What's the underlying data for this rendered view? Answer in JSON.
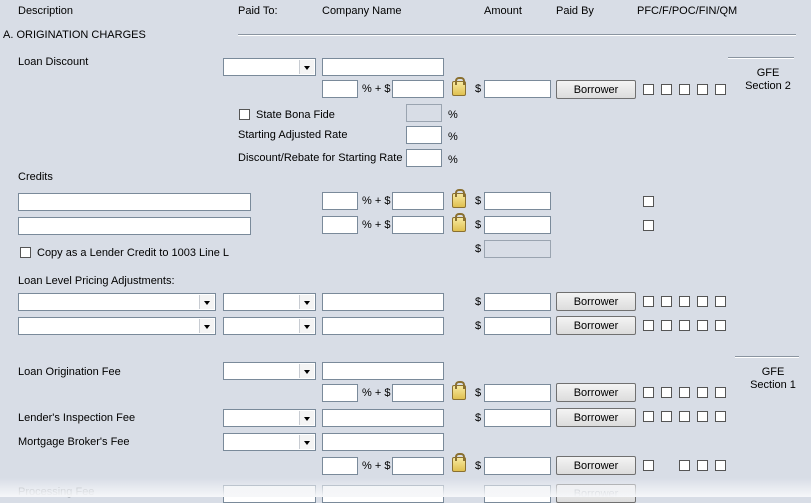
{
  "headers": {
    "description": "Description",
    "paid_to": "Paid To:",
    "company_name": "Company Name",
    "amount": "Amount",
    "paid_by": "Paid By",
    "flags": "PFC/F/POC/FIN/QM"
  },
  "section_title": "A. ORIGINATION CHARGES",
  "gfe2": {
    "line1": "GFE",
    "line2": "Section 2"
  },
  "gfe1": {
    "line1": "GFE",
    "line2": "Section 1"
  },
  "loan_discount": {
    "label": "Loan Discount"
  },
  "symbols": {
    "pct_plus": "% + $",
    "dollar": "$",
    "pct": "%"
  },
  "state_bona_fide": {
    "label": "State Bona Fide"
  },
  "starting_adjusted_rate": {
    "label": "Starting Adjusted Rate"
  },
  "discount_rebate": {
    "label": "Discount/Rebate for Starting Rate"
  },
  "credits": {
    "label": "Credits"
  },
  "copy_lender_credit": {
    "label": "Copy as a Lender Credit to 1003 Line L"
  },
  "llpa": {
    "label": "Loan Level Pricing Adjustments:"
  },
  "origination_fee": {
    "label": "Loan Origination Fee"
  },
  "inspection_fee": {
    "label": "Lender's Inspection Fee"
  },
  "broker_fee": {
    "label": "Mortgage Broker's Fee"
  },
  "processing_fee": {
    "label": "Processing Fee"
  },
  "paid_by_value": "Borrower"
}
